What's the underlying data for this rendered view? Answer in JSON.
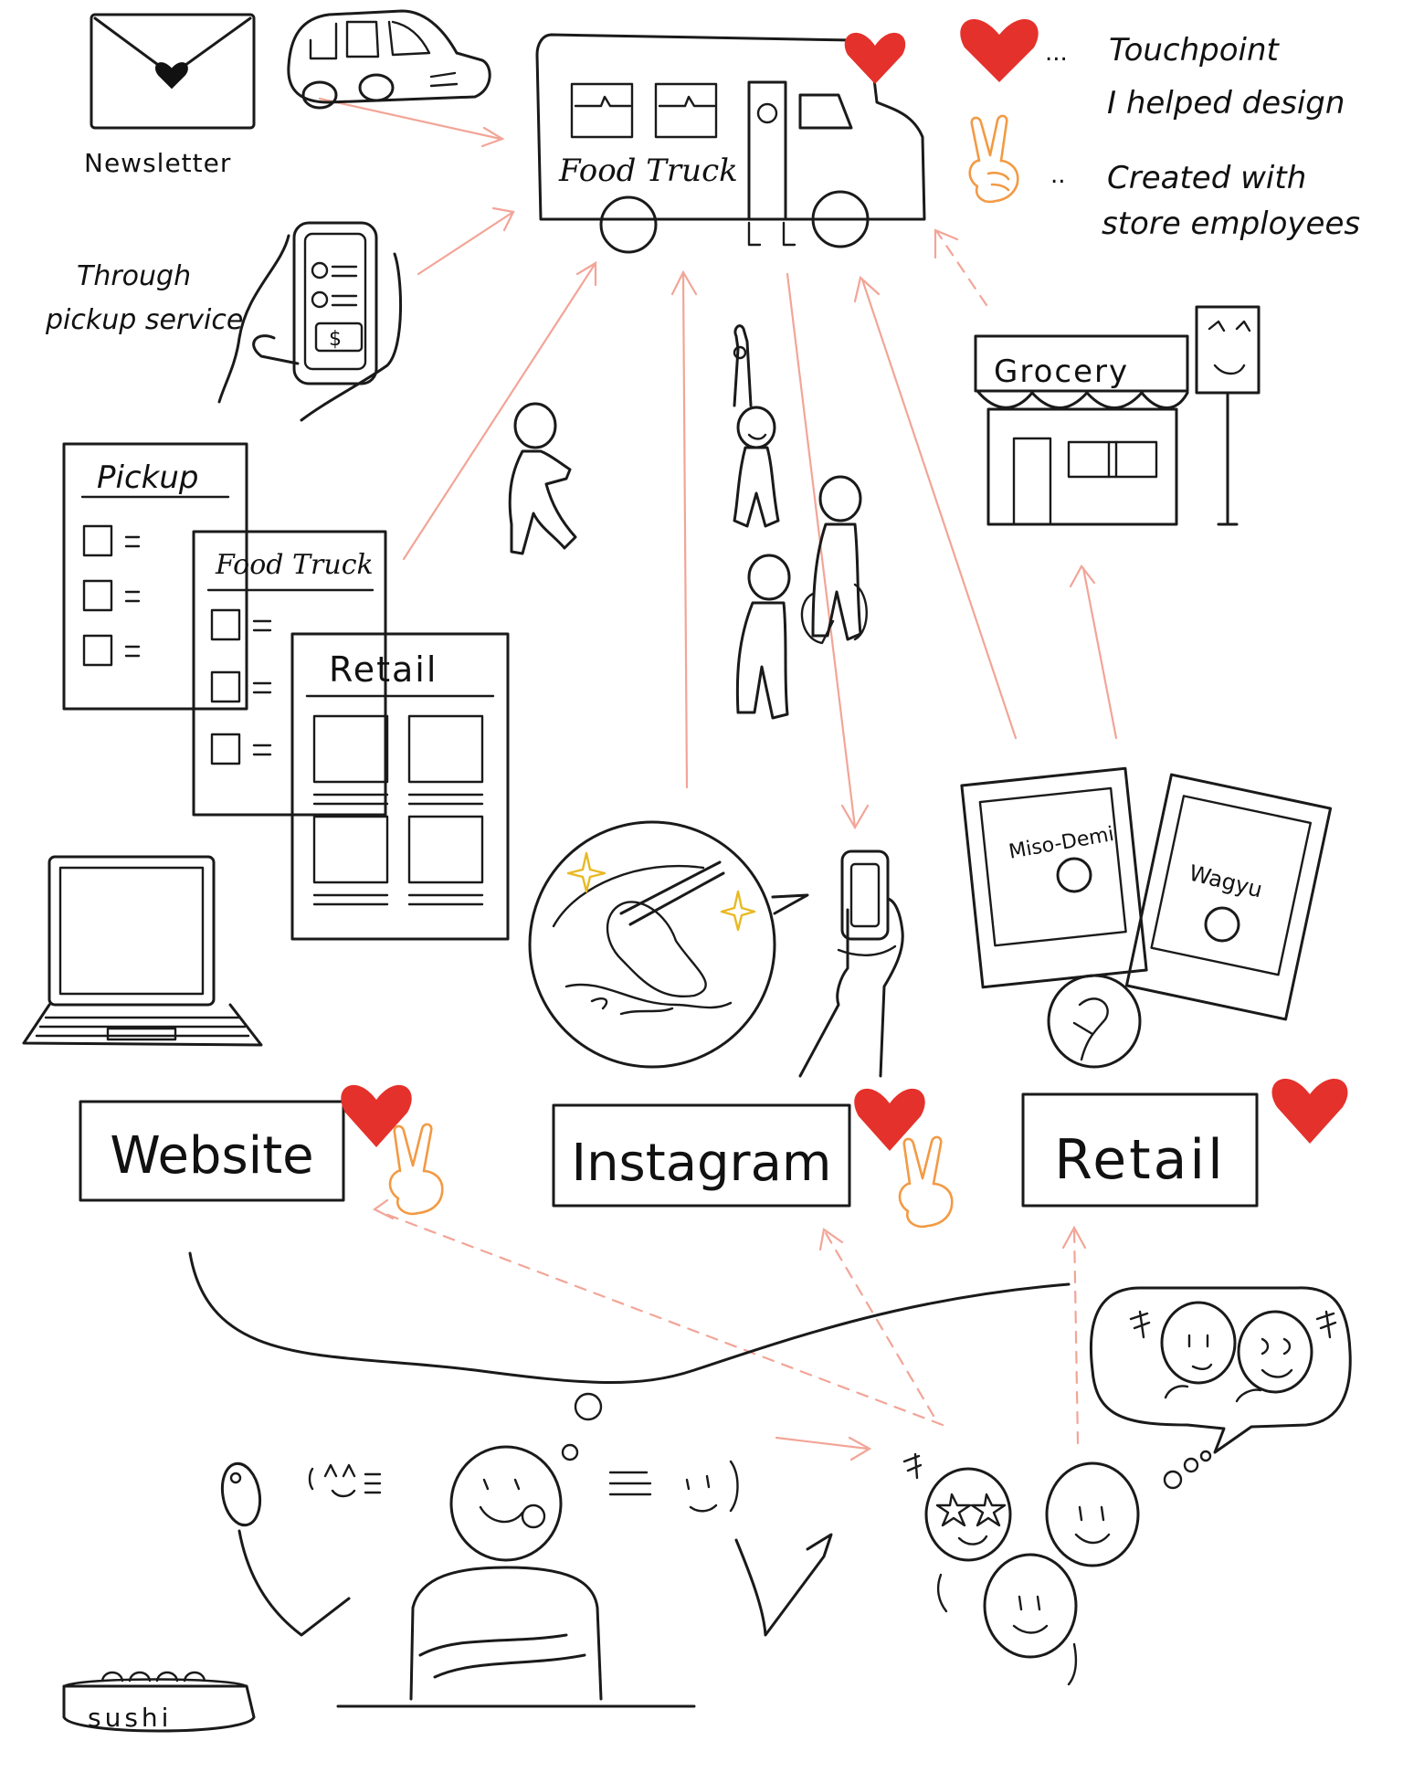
{
  "legend": {
    "touchpoint_label_line1": "Touchpoint",
    "touchpoint_label_line2": "I helped design",
    "touchpoint_dots": "...",
    "created_label_line1": "Created with",
    "created_label_line2": "store employees",
    "created_dots": "..",
    "touchpoint_color": "#e5312b",
    "created_color": "#f29a44"
  },
  "channels": {
    "newsletter": "Newsletter",
    "pickup_service_line1": "Through",
    "pickup_service_line2": "pickup service",
    "food_truck": "Food Truck",
    "grocery": "Grocery",
    "menu_pickup": "Pickup",
    "menu_food_truck": "Food Truck",
    "menu_retail": "Retail",
    "pkg_miso": "Miso-Demi",
    "pkg_wagyu": "Wagyu",
    "payment_symbol": "$",
    "sushi": "sushi"
  },
  "touchpoints": {
    "website": "Website",
    "instagram": "Instagram",
    "retail": "Retail"
  },
  "colors": {
    "ink": "#1a1a1a",
    "arrow": "#f2a597"
  },
  "icons": [
    "envelope-heart-icon",
    "car-icon",
    "smartphone-icon",
    "laptop-icon",
    "person-icon",
    "heart-icon",
    "peace-sign-icon",
    "sparkle-icon"
  ]
}
